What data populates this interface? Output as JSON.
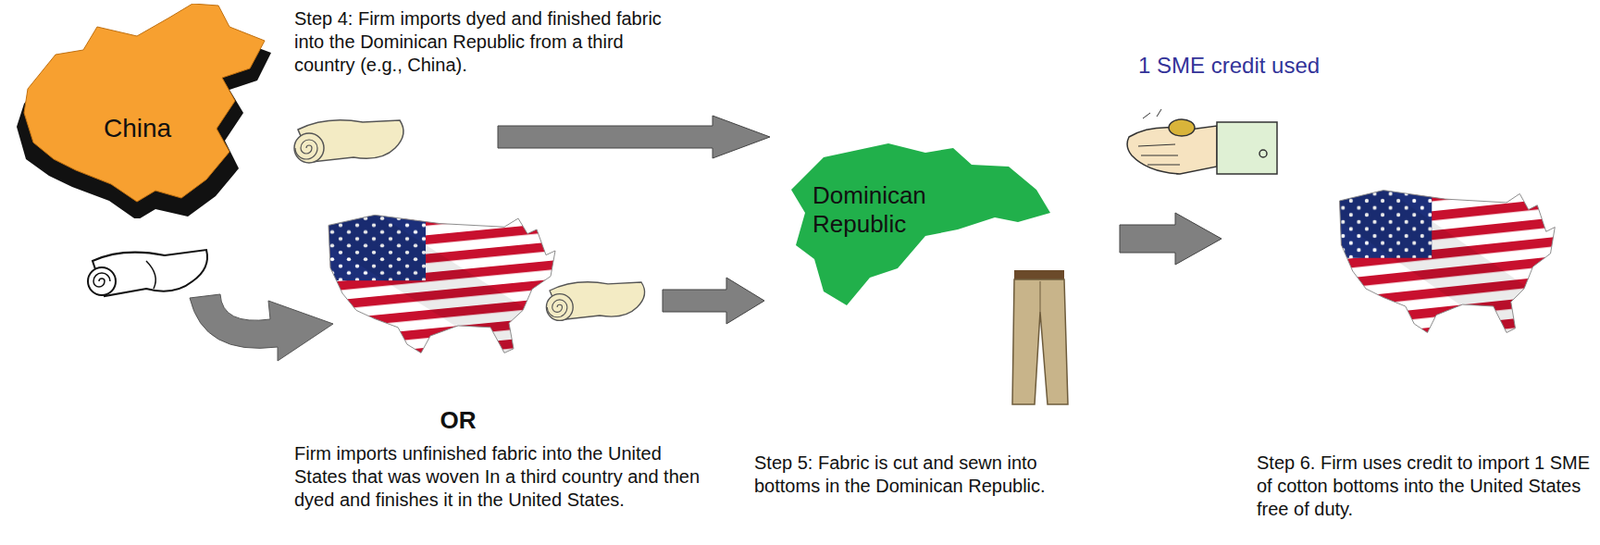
{
  "diagram": {
    "nodes": [
      {
        "text": [
          "China"
        ]
      },
      {
        "text": [
          "Dominican Republic"
        ]
      }
    ],
    "edges": [
      {
        "from": 0,
        "to": 1,
        "arrow": "to"
      }
    ],
    "labels": [
      "Step 4: Firm imports dyed and finished fabric into the Dominican Republic from a third country (e.g., China).",
      "OR",
      "Firm imports unfinished fabric into the United States that was woven In a third country and then dyed and finishes it in the United States.",
      "Step 5: Fabric is cut and sewn into bottoms in the Dominican Republic.",
      "1 SME credit used",
      "Step 6. Firm uses credit to import 1 SME of cotton bottoms into the United States free of duty."
    ]
  }
}
